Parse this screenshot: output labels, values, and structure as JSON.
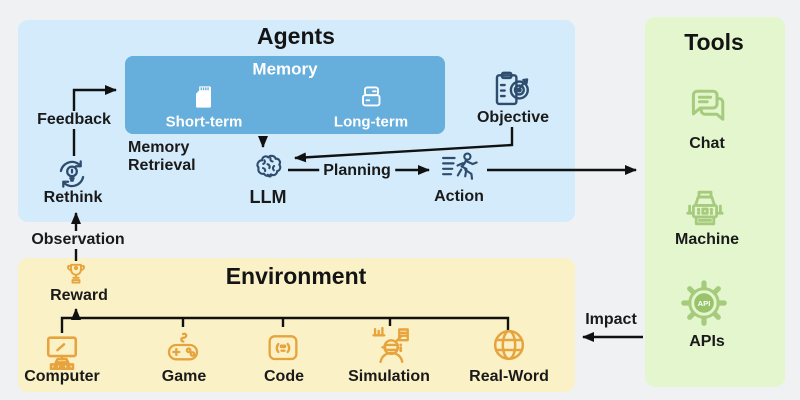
{
  "panels": {
    "agents": {
      "title": "Agents"
    },
    "tools": {
      "title": "Tools"
    },
    "environment": {
      "title": "Environment"
    }
  },
  "memory": {
    "title": "Memory",
    "short_term": "Short-term",
    "long_term": "Long-term",
    "retrieval_label": "Memory Retrieval"
  },
  "agent_nodes": {
    "rethink": "Rethink",
    "llm": "LLM",
    "objective": "Objective",
    "action": "Action"
  },
  "edges": {
    "feedback": "Feedback",
    "planning": "Planning",
    "observation": "Observation",
    "impact": "Impact"
  },
  "tools_items": [
    {
      "icon": "chat-icon",
      "label": "Chat"
    },
    {
      "icon": "machine-icon",
      "label": "Machine"
    },
    {
      "icon": "api-gear-icon",
      "label": "APIs",
      "badge": "API"
    }
  ],
  "environment": {
    "reward": "Reward",
    "items": [
      {
        "icon": "computer-icon",
        "label": "Computer"
      },
      {
        "icon": "gamepad-icon",
        "label": "Game"
      },
      {
        "icon": "code-window-icon",
        "label": "Code"
      },
      {
        "icon": "simulation-icon",
        "label": "Simulation"
      },
      {
        "icon": "globe-icon",
        "label": "Real-Word"
      }
    ]
  },
  "colors": {
    "agents_panel": "#d3ebfa",
    "memory_box": "#66aedc",
    "tools_panel": "#e4f6ce",
    "environment_panel": "#fbf1c7",
    "agent_icon": "#2e4d6e",
    "tool_icon": "#a6cb7d",
    "environment_icon": "#e7a33c",
    "arrow": "#111111"
  }
}
